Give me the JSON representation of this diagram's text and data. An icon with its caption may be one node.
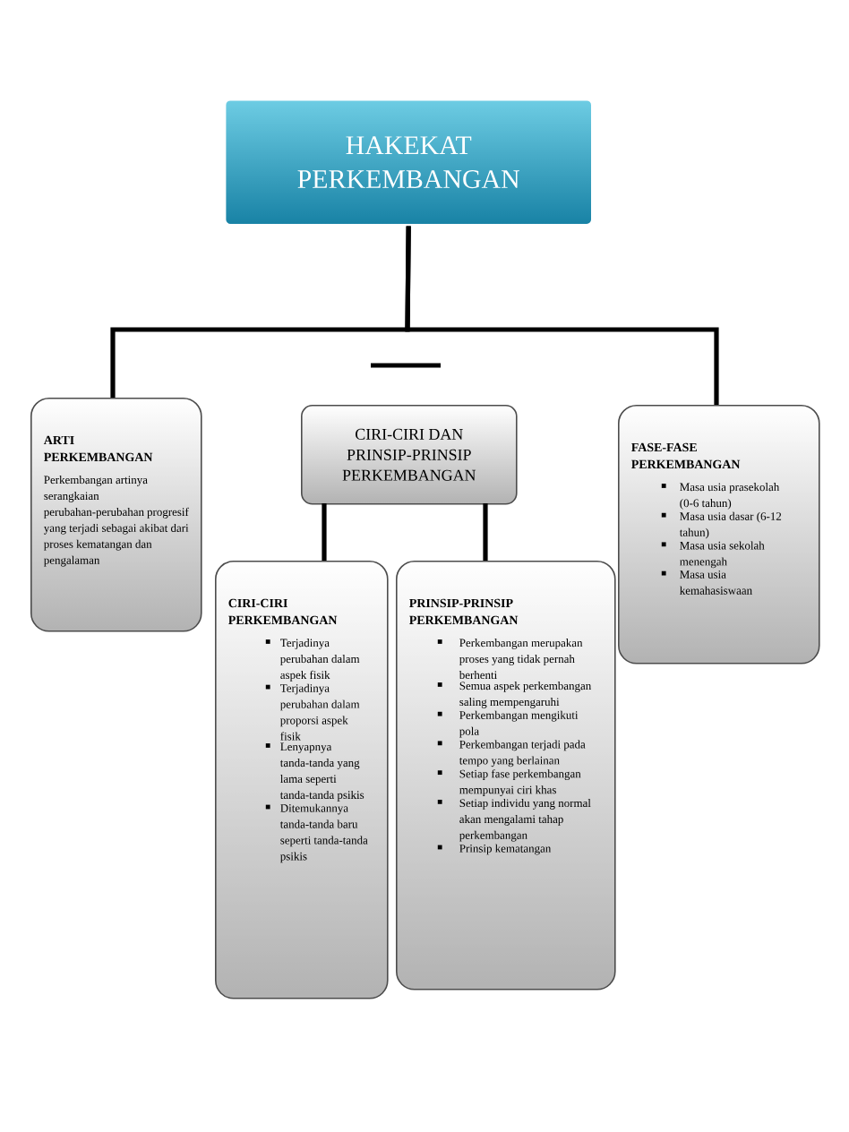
{
  "diagram": {
    "nodes": [
      {
        "text": [
          "HAKEKAT PERKEMBANGAN"
        ]
      },
      {
        "text": [
          "ARTI PERKEMBANGAN",
          "Perkembangan artinya serangkaian perubahan-perubahan progresif yang terjadi sebagai akibat dari proses kematangan dan pengalaman"
        ]
      },
      {
        "text": [
          "CIRI-CIRI DAN PRINSIP-PRINSIP PERKEMBANGAN"
        ]
      },
      {
        "text": [
          "FASE-FASE PERKEMBANGAN",
          "Masa usia prasekolah (0-6 tahun)",
          "Masa usia dasar (6-12 tahun)",
          "Masa usia sekolah menengah",
          "Masa usia kemahasiswaan"
        ]
      },
      {
        "text": [
          "CIRI-CIRI PERKEMBANGAN",
          "Terjadinya perubahan dalam aspek fisik",
          "Terjadinya perubahan dalam proporsi aspek fisik",
          "Lenyapnya tanda-tanda yang lama seperti tanda-tanda psikis",
          "Ditemukannya tanda-tanda baru seperti tanda-tanda psikis"
        ]
      },
      {
        "text": [
          "PRINSIP-PRINSIP PERKEMBANGAN",
          "Perkembangan merupakan proses yang tidak pernah berhenti",
          "Semua aspek perkembangan saling mempengaruhi",
          "Perkembangan mengikuti pola",
          "Perkembangan terjadi pada tempo yang berlainan",
          "Setiap fase perkembangan mempunyai ciri khas",
          "Setiap individu yang normal akan mengalami tahap perkembangan",
          "Prinsip kematangan"
        ]
      }
    ],
    "edges": [
      {
        "from": 0,
        "to": 1,
        "arrow": "none"
      },
      {
        "from": 0,
        "to": 3,
        "arrow": "none"
      },
      {
        "from": 2,
        "to": 4,
        "arrow": "none"
      },
      {
        "from": 2,
        "to": 5,
        "arrow": "none"
      }
    ]
  }
}
